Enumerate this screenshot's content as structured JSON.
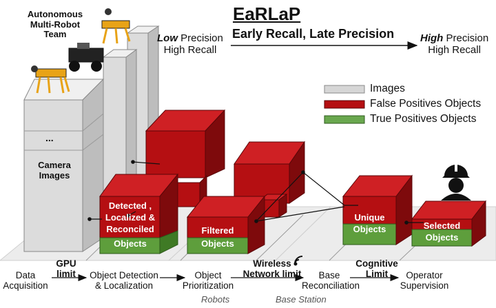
{
  "title": "EaRLaP",
  "subtitle": "Early Recall, Late Precision",
  "left_precision": {
    "emph": "Low",
    "rest": " Precision",
    "recall": "High Recall"
  },
  "right_precision": {
    "emph": "High",
    "rest": " Precision",
    "recall": "High Recall"
  },
  "legend": [
    {
      "label": "Images",
      "color": "#d6d6d6"
    },
    {
      "label": "False Positives Objects",
      "color": "#b50f12"
    },
    {
      "label": "True Positives Objects",
      "color": "#6aa84f"
    }
  ],
  "team_label": [
    "Autonomous",
    "Multi-Robot",
    "Team"
  ],
  "ellipsis": "...",
  "camera_label": [
    "Camera",
    "Images"
  ],
  "cubes": {
    "detected": [
      "Detected ,",
      "Localized  &",
      "Reconciled"
    ],
    "detected_objects": "Objects",
    "filtered": "Filtered",
    "filtered_objects": "Objects",
    "unique": [
      "Unique",
      "Objects"
    ],
    "selected": [
      "Selected",
      "Objects"
    ]
  },
  "stages": [
    "Data\nAcquisition",
    "Object Detection\n& Localization",
    "Object\nPrioritization",
    "Base\nReconciliation",
    "Operator\nSupervision"
  ],
  "limits": {
    "gpu": [
      "GPU",
      "limit"
    ],
    "wireless": [
      "Wireless",
      "Network limit"
    ],
    "cognitive": [
      "Cognitive",
      "Limit"
    ]
  },
  "regions": {
    "robots": "Robots",
    "base": "Base Station"
  },
  "colors": {
    "red_front": "#b50f12",
    "red_top": "#cf2024",
    "red_side": "#7e0a0c",
    "green_front": "#5e9e3c",
    "green_side": "#3f7a25",
    "gray_front": "#dcdcdc",
    "gray_top": "#f0f0f0",
    "gray_side": "#bdbdbd"
  }
}
